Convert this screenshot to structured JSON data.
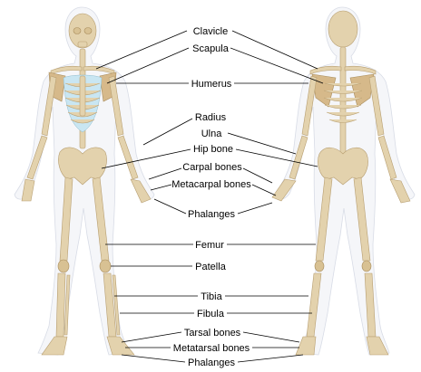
{
  "labels": {
    "clavicle": "Clavicle",
    "scapula": "Scapula",
    "humerus": "Humerus",
    "radius": "Radius",
    "ulna": "Ulna",
    "hip_bone": "Hip bone",
    "carpal_bones": "Carpal bones",
    "metacarpal_bones": "Metacarpal bones",
    "phalanges_hand": "Phalanges",
    "femur": "Femur",
    "patella": "Patella",
    "tibia": "Tibia",
    "fibula": "Fibula",
    "tarsal_bones": "Tarsal bones",
    "metatarsal_bones": "Metatarsal bones",
    "phalanges_foot": "Phalanges"
  },
  "colors": {
    "bone": "#e3d2ad",
    "cartilage": "#c9e6f2",
    "body_outline": "#f5f6f9",
    "leader_line": "#000000"
  }
}
